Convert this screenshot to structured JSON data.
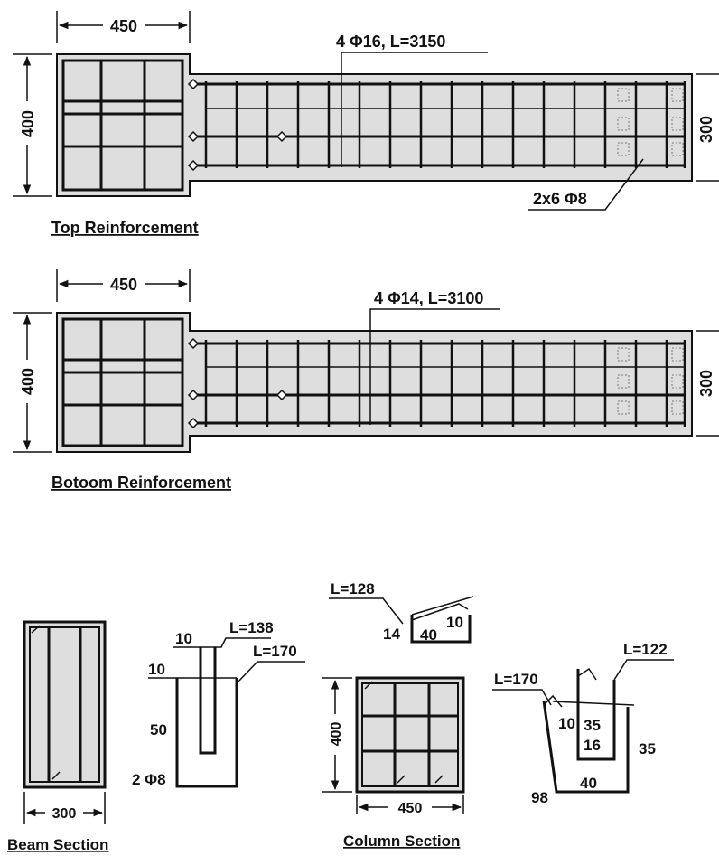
{
  "top_panel": {
    "dim_width": "450",
    "dim_height_left": "400",
    "dim_height_right": "300",
    "main_bars": "4 Φ16, L=3150",
    "stirrups": "2x6 Φ8",
    "caption": "Top Reinforcement"
  },
  "bottom_panel": {
    "dim_width": "450",
    "dim_height_left": "400",
    "dim_height_right": "300",
    "main_bars": "4 Φ14, L=3100",
    "caption": "Botoom Reinforcement"
  },
  "beam_section": {
    "dim_width": "300",
    "caption": "Beam Section"
  },
  "beam_stirrup": {
    "len_inner": "L=138",
    "len_outer": "L=170",
    "seg_hook_top": "10",
    "seg_hook_left": "10",
    "seg_height": "50",
    "bars": "2 Φ8"
  },
  "column_section": {
    "dim_height": "400",
    "dim_width": "450",
    "caption": "Column Section"
  },
  "column_tie_small": {
    "length": "L=128",
    "seg_a": "14",
    "seg_b": "40",
    "seg_c": "10"
  },
  "column_tie_large": {
    "len_outer": "L=170",
    "len_inner": "L=122",
    "seg_hook": "10",
    "seg_inner_h": "35",
    "seg_inner_w": "16",
    "seg_outer_h": "35",
    "seg_outer_w": "40",
    "seg_total": "98"
  }
}
